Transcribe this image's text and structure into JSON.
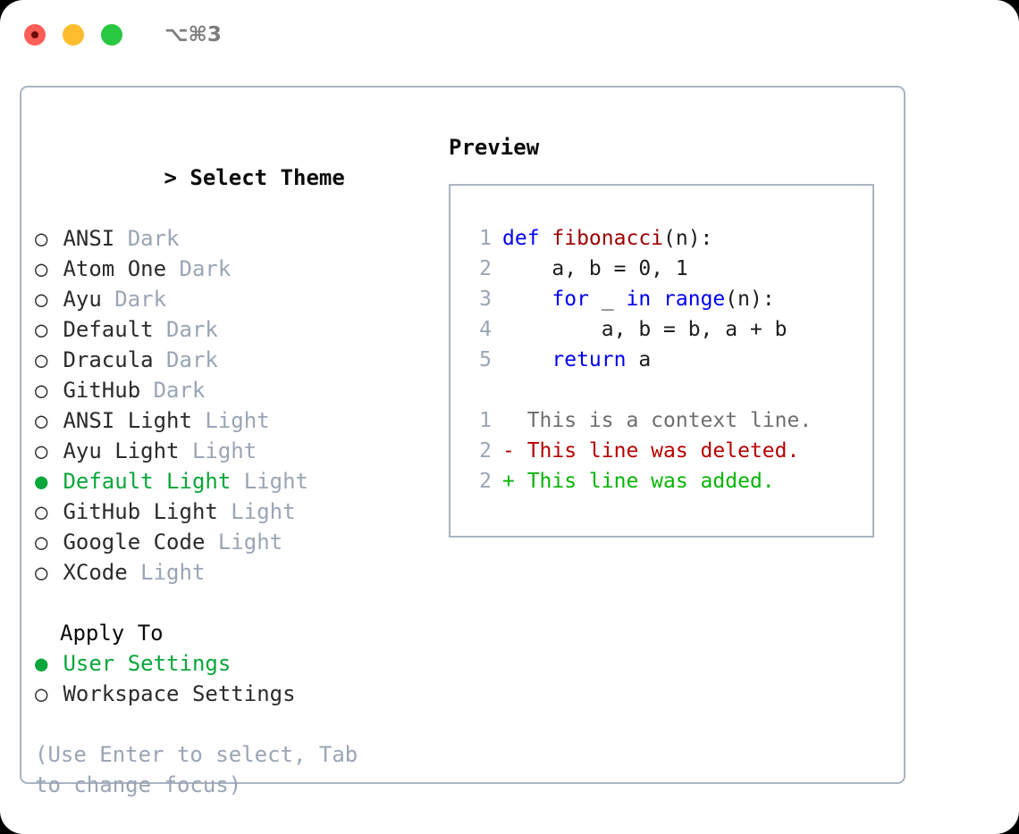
{
  "titlebar": {
    "shortcut": "⌥⌘3",
    "buttons": [
      {
        "name": "close",
        "color": "#ff5f57"
      },
      {
        "name": "minimize",
        "color": "#ffbd2e"
      },
      {
        "name": "zoom",
        "color": "#28c840"
      }
    ]
  },
  "colors": {
    "selected_green": "#0aa63b",
    "muted_gray": "#9aa5b4",
    "border": "#aab4c2",
    "keyword_blue": "#0000f0",
    "function_red": "#9e0000",
    "diff_deleted": "#b50000",
    "diff_added": "#06b406",
    "diff_context": "#6e6e6e"
  },
  "theme_panel": {
    "header_prefix": "> ",
    "header": "Select Theme",
    "items": [
      {
        "bullet": "○",
        "selected": false,
        "name": "ANSI",
        "tag": "Dark"
      },
      {
        "bullet": "○",
        "selected": false,
        "name": "Atom One",
        "tag": "Dark"
      },
      {
        "bullet": "○",
        "selected": false,
        "name": "Ayu",
        "tag": "Dark"
      },
      {
        "bullet": "○",
        "selected": false,
        "name": "Default",
        "tag": "Dark"
      },
      {
        "bullet": "○",
        "selected": false,
        "name": "Dracula",
        "tag": "Dark"
      },
      {
        "bullet": "○",
        "selected": false,
        "name": "GitHub",
        "tag": "Dark"
      },
      {
        "bullet": "○",
        "selected": false,
        "name": "ANSI Light",
        "tag": "Light"
      },
      {
        "bullet": "○",
        "selected": false,
        "name": "Ayu Light",
        "tag": "Light"
      },
      {
        "bullet": "●",
        "selected": true,
        "name": "Default Light",
        "tag": "Light"
      },
      {
        "bullet": "○",
        "selected": false,
        "name": "GitHub Light",
        "tag": "Light"
      },
      {
        "bullet": "○",
        "selected": false,
        "name": "Google Code",
        "tag": "Light"
      },
      {
        "bullet": "○",
        "selected": false,
        "name": "XCode",
        "tag": "Light"
      }
    ]
  },
  "apply_to": {
    "label": "Apply To",
    "items": [
      {
        "bullet": "●",
        "selected": true,
        "name": "User Settings"
      },
      {
        "bullet": "○",
        "selected": false,
        "name": "Workspace Settings"
      }
    ]
  },
  "hint": "(Use Enter to select, Tab to change focus)",
  "preview": {
    "title": "Preview",
    "code_lines": [
      {
        "lineno": "1",
        "segments": [
          {
            "text": "def ",
            "style": "kw"
          },
          {
            "text": "fibonacci",
            "style": "fn"
          },
          {
            "text": "(n):",
            "style": "plain"
          }
        ]
      },
      {
        "lineno": "2",
        "segments": [
          {
            "text": "    a, b = 0, 1",
            "style": "plain"
          }
        ]
      },
      {
        "lineno": "3",
        "segments": [
          {
            "text": "    ",
            "style": "plain"
          },
          {
            "text": "for",
            "style": "kw"
          },
          {
            "text": " _ ",
            "style": "plain"
          },
          {
            "text": "in",
            "style": "kw"
          },
          {
            "text": " ",
            "style": "plain"
          },
          {
            "text": "range",
            "style": "kw"
          },
          {
            "text": "(n):",
            "style": "plain"
          }
        ]
      },
      {
        "lineno": "4",
        "segments": [
          {
            "text": "        a, b = b, a + b",
            "style": "plain"
          }
        ]
      },
      {
        "lineno": "5",
        "segments": [
          {
            "text": "    ",
            "style": "plain"
          },
          {
            "text": "return",
            "style": "kw"
          },
          {
            "text": " a",
            "style": "plain"
          }
        ]
      }
    ],
    "diff_lines": [
      {
        "lineno": "1",
        "marker": "  ",
        "text": "This is a context line.",
        "style": "ctx"
      },
      {
        "lineno": "2",
        "marker": "- ",
        "text": "This line was deleted.",
        "style": "del"
      },
      {
        "lineno": "2",
        "marker": "+ ",
        "text": "This line was added.",
        "style": "add"
      }
    ]
  }
}
